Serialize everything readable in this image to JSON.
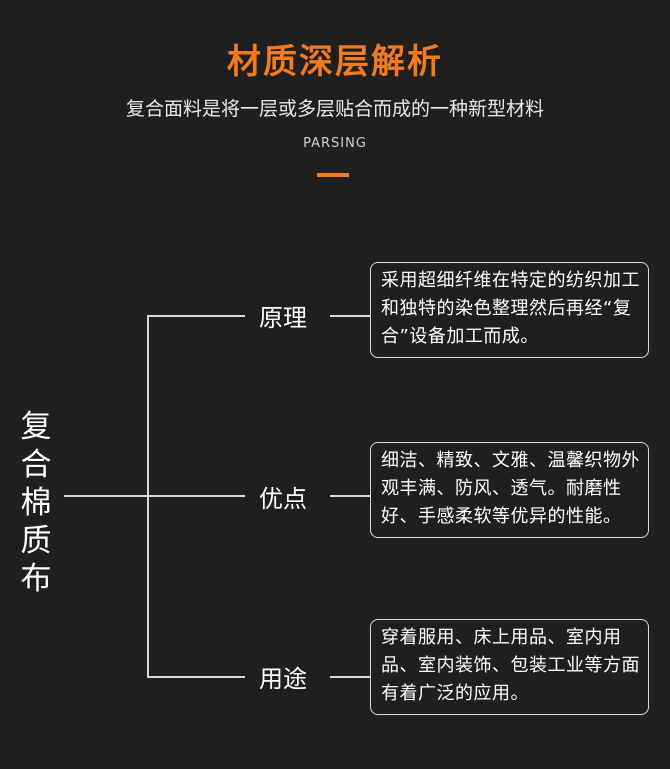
{
  "header": {
    "title": "材质深层解析",
    "subtitle": "复合面料是将一层或多层贴合而成的一种新型材料",
    "tag": "PARSING"
  },
  "root_label": "复合棉质布",
  "branches": [
    {
      "label": "原理",
      "text": "采用超细纤维在特定的纺织加工和独特的染色整理然后再经“复合”设备加工而成。"
    },
    {
      "label": "优点",
      "text": "细洁、精致、文雅、温馨织物外观丰满、防风、透气。耐磨性好、手感柔软等优异的性能。"
    },
    {
      "label": "用途",
      "text": "穿着服用、床上用品、室内用品、室内装饰、包装工业等方面有着广泛的应用。"
    }
  ],
  "colors": {
    "accent": "#f47a20",
    "background": "#1f1f1f",
    "line": "#d9d9d9"
  }
}
